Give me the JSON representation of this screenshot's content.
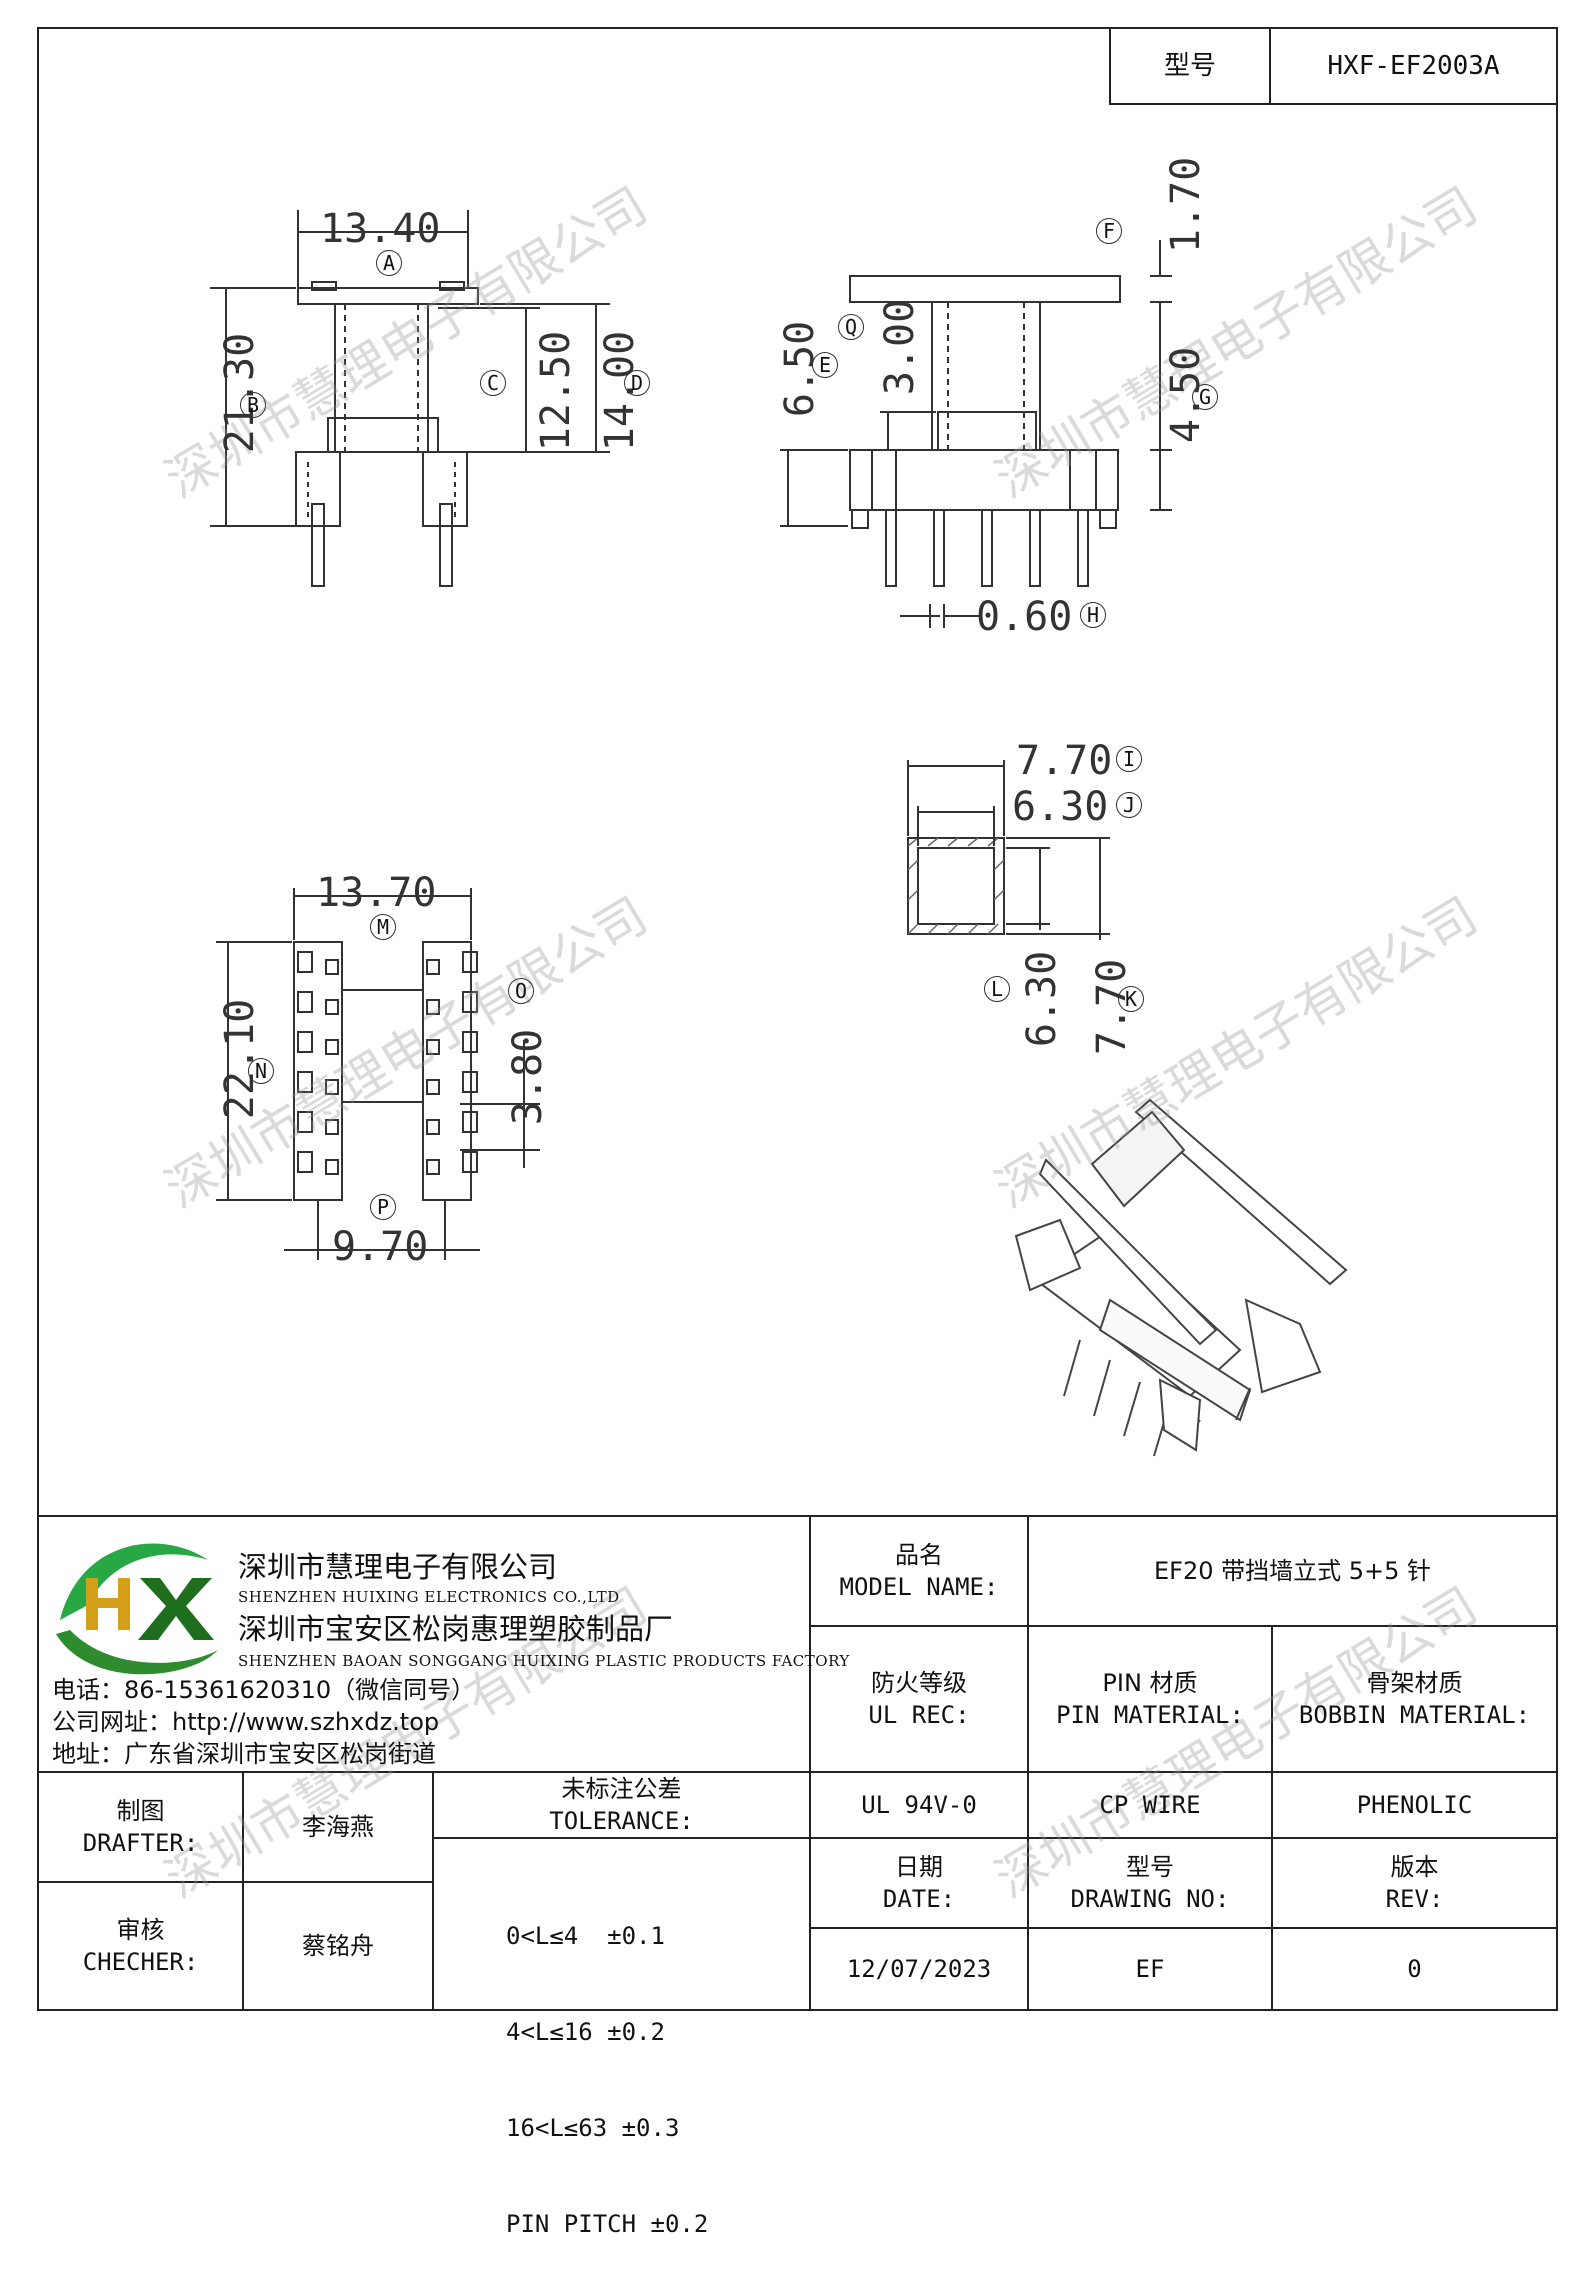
{
  "header": {
    "model_label": "型号",
    "model_value": "HXF-EF2003A"
  },
  "drawing": {
    "front": {
      "width_top": "13.40",
      "label_width_top": "A",
      "height_total": "21.30",
      "label_height_total": "B",
      "winding_height": "12.50",
      "label_winding": "C",
      "flange_height": "14.00",
      "label_flange": "D"
    },
    "side": {
      "flange_thickness": "1.70",
      "label_flange_thickness": "F",
      "base_height": "6.50",
      "label_base": "E",
      "core_step": "3.00",
      "label_core_step": "Q",
      "mid_height": "4.50",
      "label_mid": "G",
      "pin_dia": "0.60",
      "label_pin": "H"
    },
    "bottom": {
      "width_top": "13.70",
      "label_width_top": "M",
      "length": "22.10",
      "label_length": "N",
      "pitch": "3.80",
      "label_pitch": "O",
      "width_bottom": "9.70",
      "label_width_bottom": "P"
    },
    "core": {
      "outer_w": "7.70",
      "label_outer_w": "I",
      "inner_w": "6.30",
      "label_inner_w": "J",
      "inner_h": "6.30",
      "label_inner_h": "L",
      "outer_h": "7.70",
      "label_outer_h": "K"
    }
  },
  "watermark": "深圳市慧理电子有限公司",
  "company": {
    "logo_text": "HX",
    "name_cn": "深圳市慧理电子有限公司",
    "name_en": "SHENZHEN HUIXING ELECTRONICS CO.,LTD",
    "factory_cn": "深圳市宝安区松岗惠理塑胶制品厂",
    "factory_en": "SHENZHEN BAOAN SONGGANG HUIXING PLASTIC PRODUCTS FACTORY",
    "phone": "电话：86-15361620310（微信同号）",
    "website": "公司网址：http://www.szhxdz.top",
    "address": "地址：广东省深圳市宝安区松岗街道"
  },
  "title_block": {
    "model_name_cn": "品名",
    "model_name_en": "MODEL NAME:",
    "model_name_value": "EF20 带挡墙立式 5+5 针",
    "ul_rec_cn": "防火等级",
    "ul_rec_en": "UL REC:",
    "ul_rec_value": "UL 94V-0",
    "pin_material_cn": "PIN 材质",
    "pin_material_en": "PIN MATERIAL:",
    "pin_material_value": "CP WIRE",
    "bobbin_material_cn": "骨架材质",
    "bobbin_material_en": "BOBBIN MATERIAL:",
    "bobbin_material_value": "PHENOLIC",
    "drafter_cn": "制图",
    "drafter_en": "DRAFTER:",
    "drafter_value": "李海燕",
    "checker_cn": "审核",
    "checker_en": "CHECHER:",
    "checker_value": "蔡铭舟",
    "tolerance_cn": "未标注公差",
    "tolerance_en": "TOLERANCE:",
    "tolerances": [
      "0<L≤4  ±0.1",
      "4<L≤16 ±0.2",
      "16<L≤63 ±0.3",
      "PIN PITCH ±0.2"
    ],
    "date_cn": "日期",
    "date_en": "DATE:",
    "date_value": "12/07/2023",
    "drawing_no_cn": "型号",
    "drawing_no_en": "DRAWING NO:",
    "drawing_no_value": "EF",
    "rev_cn": "版本",
    "rev_en": "REV:",
    "rev_value": "0"
  }
}
